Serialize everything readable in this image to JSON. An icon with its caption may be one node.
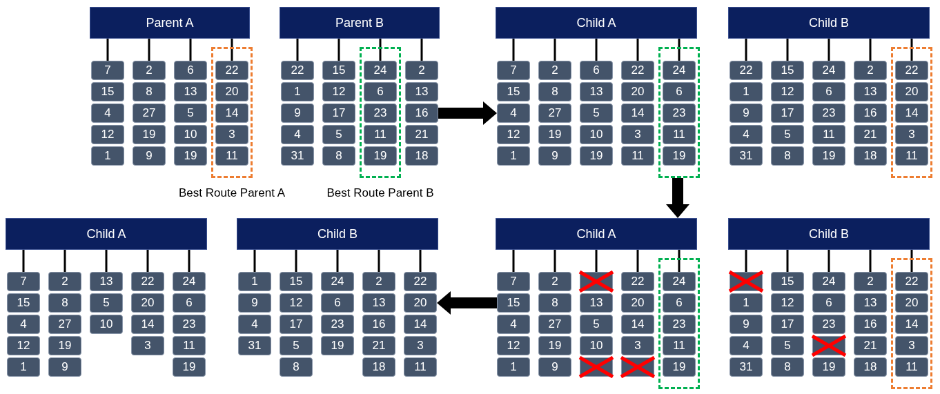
{
  "diagram": {
    "nodes": [
      {
        "text": [
          "Parent A"
        ]
      },
      {
        "text": [
          "7"
        ]
      },
      {
        "text": [
          "15"
        ]
      },
      {
        "text": [
          "4"
        ]
      },
      {
        "text": [
          "12"
        ]
      },
      {
        "text": [
          "1"
        ]
      },
      {
        "text": [
          "2"
        ]
      },
      {
        "text": [
          "8"
        ]
      },
      {
        "text": [
          "27"
        ]
      },
      {
        "text": [
          "19"
        ]
      },
      {
        "text": [
          "9"
        ]
      },
      {
        "text": [
          "6"
        ]
      },
      {
        "text": [
          "13"
        ]
      },
      {
        "text": [
          "5"
        ]
      },
      {
        "text": [
          "10"
        ]
      },
      {
        "text": [
          "19"
        ]
      },
      {
        "text": [],
        "shape": "box"
      },
      {
        "text": [
          "22"
        ],
        "in": 16
      },
      {
        "text": [
          "20"
        ],
        "in": 16
      },
      {
        "text": [
          "14"
        ],
        "in": 16
      },
      {
        "text": [
          "3"
        ],
        "in": 16
      },
      {
        "text": [
          "11"
        ],
        "in": 16
      },
      {
        "text": [
          "Parent B"
        ]
      },
      {
        "text": [
          "22"
        ]
      },
      {
        "text": [
          "1"
        ]
      },
      {
        "text": [
          "9"
        ]
      },
      {
        "text": [
          "4"
        ]
      },
      {
        "text": [
          "31"
        ]
      },
      {
        "text": [
          "15"
        ]
      },
      {
        "text": [
          "12"
        ]
      },
      {
        "text": [
          "17"
        ]
      },
      {
        "text": [
          "5"
        ]
      },
      {
        "text": [
          "8"
        ]
      },
      {
        "text": [],
        "shape": "box"
      },
      {
        "text": [
          "24"
        ],
        "in": 33
      },
      {
        "text": [
          "6"
        ],
        "in": 33
      },
      {
        "text": [
          "23"
        ],
        "in": 33
      },
      {
        "text": [
          "11"
        ],
        "in": 33
      },
      {
        "text": [
          "19"
        ],
        "in": 33
      },
      {
        "text": [
          "2"
        ]
      },
      {
        "text": [
          "13"
        ]
      },
      {
        "text": [
          "16"
        ]
      },
      {
        "text": [
          "21"
        ]
      },
      {
        "text": [
          "18"
        ]
      },
      {
        "text": [
          "Child A"
        ]
      },
      {
        "text": [
          "7"
        ]
      },
      {
        "text": [
          "15"
        ]
      },
      {
        "text": [
          "4"
        ]
      },
      {
        "text": [
          "12"
        ]
      },
      {
        "text": [
          "1"
        ]
      },
      {
        "text": [
          "2"
        ]
      },
      {
        "text": [
          "8"
        ]
      },
      {
        "text": [
          "27"
        ]
      },
      {
        "text": [
          "19"
        ]
      },
      {
        "text": [
          "9"
        ]
      },
      {
        "text": [
          "6"
        ]
      },
      {
        "text": [
          "13"
        ]
      },
      {
        "text": [
          "5"
        ]
      },
      {
        "text": [
          "10"
        ]
      },
      {
        "text": [
          "19"
        ]
      },
      {
        "text": [
          "22"
        ]
      },
      {
        "text": [
          "20"
        ]
      },
      {
        "text": [
          "14"
        ]
      },
      {
        "text": [
          "3"
        ]
      },
      {
        "text": [
          "11"
        ]
      },
      {
        "text": [],
        "shape": "box"
      },
      {
        "text": [
          "24"
        ],
        "in": 65
      },
      {
        "text": [
          "6"
        ],
        "in": 65
      },
      {
        "text": [
          "23"
        ],
        "in": 65
      },
      {
        "text": [
          "11"
        ],
        "in": 65
      },
      {
        "text": [
          "19"
        ],
        "in": 65
      },
      {
        "text": [
          "Child B"
        ]
      },
      {
        "text": [
          "22"
        ]
      },
      {
        "text": [
          "1"
        ]
      },
      {
        "text": [
          "9"
        ]
      },
      {
        "text": [
          "4"
        ]
      },
      {
        "text": [
          "31"
        ]
      },
      {
        "text": [
          "15"
        ]
      },
      {
        "text": [
          "12"
        ]
      },
      {
        "text": [
          "17"
        ]
      },
      {
        "text": [
          "5"
        ]
      },
      {
        "text": [
          "8"
        ]
      },
      {
        "text": [
          "24"
        ]
      },
      {
        "text": [
          "6"
        ]
      },
      {
        "text": [
          "23"
        ]
      },
      {
        "text": [
          "11"
        ]
      },
      {
        "text": [
          "19"
        ]
      },
      {
        "text": [
          "2"
        ]
      },
      {
        "text": [
          "13"
        ]
      },
      {
        "text": [
          "16"
        ]
      },
      {
        "text": [
          "21"
        ]
      },
      {
        "text": [
          "18"
        ]
      },
      {
        "text": [],
        "shape": "box"
      },
      {
        "text": [
          "22"
        ],
        "in": 92
      },
      {
        "text": [
          "20"
        ],
        "in": 92
      },
      {
        "text": [
          "14"
        ],
        "in": 92
      },
      {
        "text": [
          "3"
        ],
        "in": 92
      },
      {
        "text": [
          "11"
        ],
        "in": 92
      },
      {
        "text": [
          "Child A"
        ]
      },
      {
        "text": [
          "7"
        ]
      },
      {
        "text": [
          "15"
        ]
      },
      {
        "text": [
          "4"
        ]
      },
      {
        "text": [
          "12"
        ]
      },
      {
        "text": [
          "1"
        ]
      },
      {
        "text": [
          "2"
        ]
      },
      {
        "text": [
          "8"
        ]
      },
      {
        "text": [
          "27"
        ]
      },
      {
        "text": [
          "19"
        ]
      },
      {
        "text": [
          "9"
        ]
      },
      {
        "text": [
          "13"
        ]
      },
      {
        "text": [
          "5"
        ]
      },
      {
        "text": [
          "10"
        ]
      },
      {
        "text": [
          "22"
        ]
      },
      {
        "text": [
          "20"
        ]
      },
      {
        "text": [
          "14"
        ]
      },
      {
        "text": [
          "3"
        ]
      },
      {
        "text": [
          "24"
        ]
      },
      {
        "text": [
          "6"
        ]
      },
      {
        "text": [
          "23"
        ]
      },
      {
        "text": [
          "11"
        ]
      },
      {
        "text": [
          "19"
        ]
      },
      {
        "text": [
          "Child B"
        ]
      },
      {
        "text": [
          "1"
        ]
      },
      {
        "text": [
          "9"
        ]
      },
      {
        "text": [
          "4"
        ]
      },
      {
        "text": [
          "31"
        ]
      },
      {
        "text": [
          "15"
        ]
      },
      {
        "text": [
          "12"
        ]
      },
      {
        "text": [
          "17"
        ]
      },
      {
        "text": [
          "5"
        ]
      },
      {
        "text": [
          "8"
        ]
      },
      {
        "text": [
          "24"
        ]
      },
      {
        "text": [
          "6"
        ]
      },
      {
        "text": [
          "23"
        ]
      },
      {
        "text": [
          "19"
        ]
      },
      {
        "text": [
          "2"
        ]
      },
      {
        "text": [
          "13"
        ]
      },
      {
        "text": [
          "16"
        ]
      },
      {
        "text": [
          "21"
        ]
      },
      {
        "text": [
          "18"
        ]
      },
      {
        "text": [
          "22"
        ]
      },
      {
        "text": [
          "20"
        ]
      },
      {
        "text": [
          "14"
        ]
      },
      {
        "text": [
          "3"
        ]
      },
      {
        "text": [
          "11"
        ]
      },
      {
        "text": [
          "Child A"
        ]
      },
      {
        "text": [
          "7"
        ]
      },
      {
        "text": [
          "15"
        ]
      },
      {
        "text": [
          "4"
        ]
      },
      {
        "text": [
          "12"
        ]
      },
      {
        "text": [
          "1"
        ]
      },
      {
        "text": [
          "2"
        ]
      },
      {
        "text": [
          "8"
        ]
      },
      {
        "text": [
          "27"
        ]
      },
      {
        "text": [
          "19"
        ]
      },
      {
        "text": [
          "9"
        ]
      },
      {
        "text": [],
        "shape": "box"
      },
      {
        "text": [
          "13"
        ]
      },
      {
        "text": [
          "5"
        ]
      },
      {
        "text": [
          "10"
        ]
      },
      {
        "text": [],
        "shape": "box"
      },
      {
        "text": [
          "22"
        ]
      },
      {
        "text": [
          "20"
        ]
      },
      {
        "text": [
          "14"
        ]
      },
      {
        "text": [
          "3"
        ]
      },
      {
        "text": [],
        "shape": "box"
      },
      {
        "text": [],
        "shape": "box"
      },
      {
        "text": [
          "24"
        ],
        "in": 166
      },
      {
        "text": [
          "6"
        ],
        "in": 166
      },
      {
        "text": [
          "23"
        ],
        "in": 166
      },
      {
        "text": [
          "11"
        ],
        "in": 166
      },
      {
        "text": [
          "19"
        ],
        "in": 166
      },
      {
        "text": [
          "Child B"
        ]
      },
      {
        "text": [],
        "shape": "box"
      },
      {
        "text": [
          "1"
        ]
      },
      {
        "text": [
          "9"
        ]
      },
      {
        "text": [
          "4"
        ]
      },
      {
        "text": [
          "31"
        ]
      },
      {
        "text": [
          "15"
        ]
      },
      {
        "text": [
          "12"
        ]
      },
      {
        "text": [
          "17"
        ]
      },
      {
        "text": [
          "5"
        ]
      },
      {
        "text": [
          "8"
        ]
      },
      {
        "text": [
          "24"
        ]
      },
      {
        "text": [
          "6"
        ]
      },
      {
        "text": [
          "23"
        ]
      },
      {
        "text": [],
        "shape": "box"
      },
      {
        "text": [
          "19"
        ]
      },
      {
        "text": [
          "2"
        ]
      },
      {
        "text": [
          "13"
        ]
      },
      {
        "text": [
          "16"
        ]
      },
      {
        "text": [
          "21"
        ]
      },
      {
        "text": [
          "18"
        ]
      },
      {
        "text": [],
        "shape": "box"
      },
      {
        "text": [
          "22"
        ],
        "in": 193
      },
      {
        "text": [
          "20"
        ],
        "in": 193
      },
      {
        "text": [
          "14"
        ],
        "in": 193
      },
      {
        "text": [
          "3"
        ],
        "in": 193
      },
      {
        "text": [
          "11"
        ],
        "in": 193
      }
    ],
    "edges": [
      {
        "from": 0,
        "to": 1,
        "arrow": "none"
      },
      {
        "from": 0,
        "to": 6,
        "arrow": "none"
      },
      {
        "from": 0,
        "to": 11,
        "arrow": "none"
      },
      {
        "from": 0,
        "to": 17,
        "arrow": "none"
      },
      {
        "from": 22,
        "to": 23,
        "arrow": "none"
      },
      {
        "from": 22,
        "to": 28,
        "arrow": "none"
      },
      {
        "from": 22,
        "to": 34,
        "arrow": "none"
      },
      {
        "from": 22,
        "to": 39,
        "arrow": "none"
      },
      {
        "from": 44,
        "to": 45,
        "arrow": "none"
      },
      {
        "from": 44,
        "to": 50,
        "arrow": "none"
      },
      {
        "from": 44,
        "to": 55,
        "arrow": "none"
      },
      {
        "from": 44,
        "to": 60,
        "arrow": "none"
      },
      {
        "from": 44,
        "to": 66,
        "arrow": "none"
      },
      {
        "from": 71,
        "to": 72,
        "arrow": "none"
      },
      {
        "from": 71,
        "to": 77,
        "arrow": "none"
      },
      {
        "from": 71,
        "to": 82,
        "arrow": "none"
      },
      {
        "from": 71,
        "to": 87,
        "arrow": "none"
      },
      {
        "from": 71,
        "to": 93,
        "arrow": "none"
      },
      {
        "from": 98,
        "to": 99,
        "arrow": "none"
      },
      {
        "from": 98,
        "to": 104,
        "arrow": "none"
      },
      {
        "from": 98,
        "to": 109,
        "arrow": "none"
      },
      {
        "from": 98,
        "to": 112,
        "arrow": "none"
      },
      {
        "from": 98,
        "to": 116,
        "arrow": "none"
      },
      {
        "from": 121,
        "to": 122,
        "arrow": "none"
      },
      {
        "from": 121,
        "to": 126,
        "arrow": "none"
      },
      {
        "from": 121,
        "to": 131,
        "arrow": "none"
      },
      {
        "from": 121,
        "to": 135,
        "arrow": "none"
      },
      {
        "from": 121,
        "to": 140,
        "arrow": "none"
      },
      {
        "from": 145,
        "to": 146,
        "arrow": "none"
      },
      {
        "from": 145,
        "to": 151,
        "arrow": "none"
      },
      {
        "from": 145,
        "to": 156,
        "arrow": "none"
      },
      {
        "from": 145,
        "to": 161,
        "arrow": "none"
      },
      {
        "from": 145,
        "to": 167,
        "arrow": "none"
      },
      {
        "from": 172,
        "to": 173,
        "arrow": "none"
      },
      {
        "from": 172,
        "to": 178,
        "arrow": "none"
      },
      {
        "from": 172,
        "to": 183,
        "arrow": "none"
      },
      {
        "from": 172,
        "to": 188,
        "arrow": "none"
      },
      {
        "from": 172,
        "to": 194,
        "arrow": "none"
      },
      {
        "from": 41,
        "to": 47,
        "arrow": "to",
        "style": "thick"
      },
      {
        "from": 65,
        "to": 145,
        "arrow": "to",
        "style": "thick"
      },
      {
        "from": 147,
        "to": 141,
        "arrow": "to",
        "style": "thick"
      }
    ],
    "labels": [
      "Best Route Parent A",
      "Best Route Parent B"
    ]
  }
}
